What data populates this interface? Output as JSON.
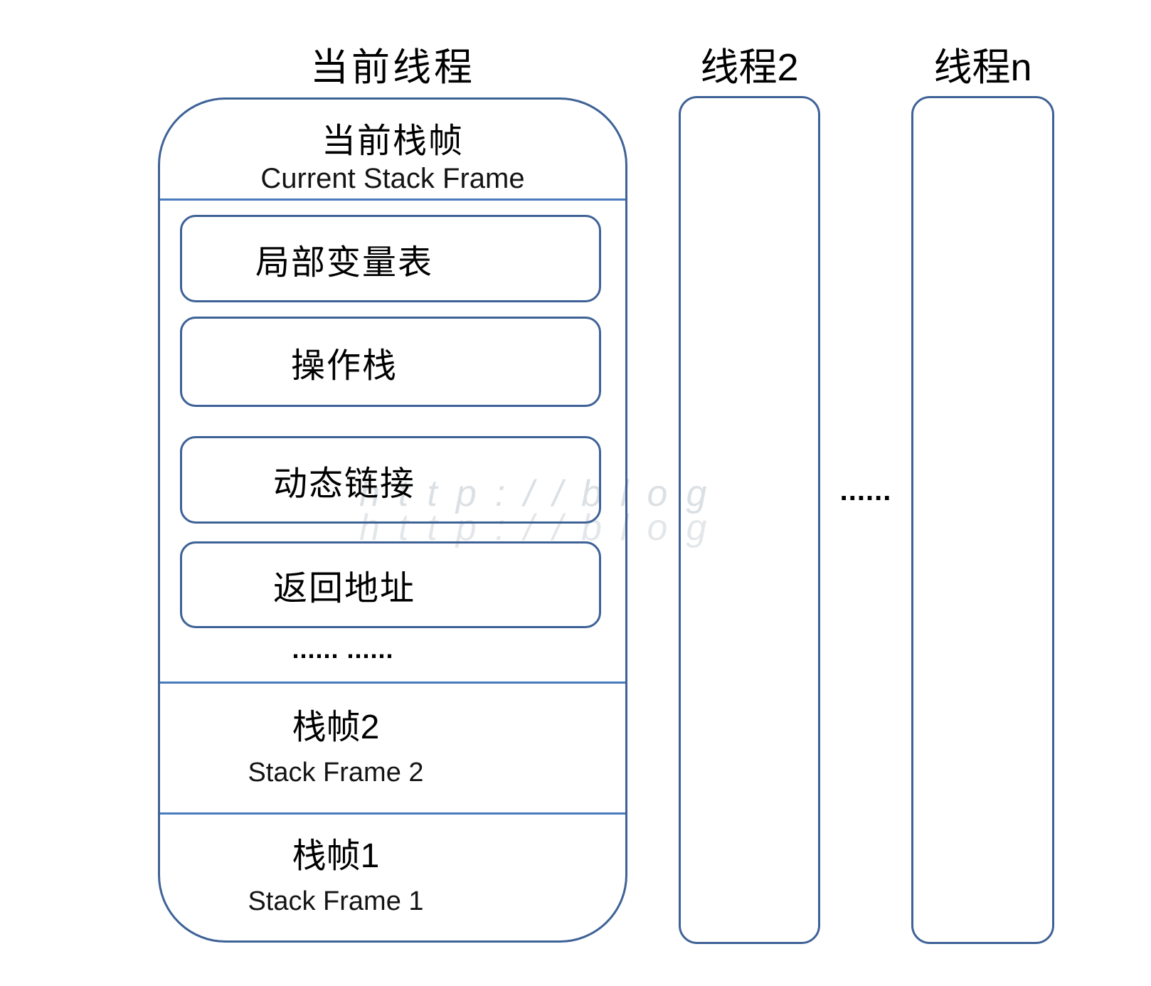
{
  "diagram": {
    "current_thread": {
      "title": "当前线程",
      "current_frame": {
        "title_zh": "当前栈帧",
        "title_en": "Current Stack Frame"
      },
      "frame_items": [
        "局部变量表",
        "操作栈",
        "动态链接",
        "返回地址"
      ],
      "ellipsis": "...... ......",
      "stack_frame_2": {
        "zh": "栈帧2",
        "en": "Stack Frame 2"
      },
      "stack_frame_1": {
        "zh": "栈帧1",
        "en": "Stack Frame 1"
      }
    },
    "thread_2": {
      "title": "线程2"
    },
    "thread_n": {
      "title": "线程n"
    },
    "threads_ellipsis": "......",
    "watermark": "http://blog",
    "colors": {
      "box_border": "#3e6296",
      "divider": "#4a7abc",
      "text": "#000000",
      "watermark": "#a8b2bd",
      "background": "#ffffff"
    }
  }
}
